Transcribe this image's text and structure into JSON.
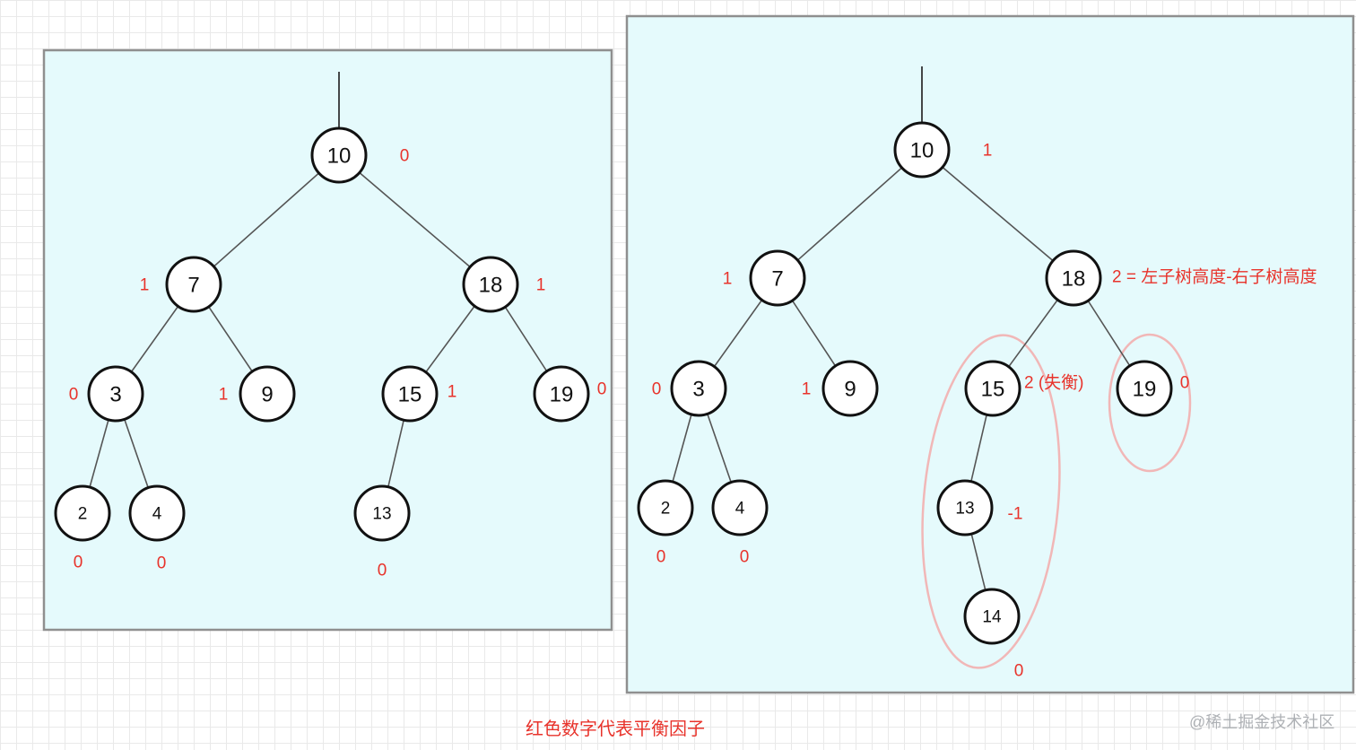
{
  "colors": {
    "annotation": "#e8332b",
    "node_stroke": "#111111",
    "panel_fill": "#e5fafc",
    "highlight": "#f1b7b7",
    "watermark": "#aeb1b5"
  },
  "caption": "红色数字代表平衡因子",
  "watermark": "@稀土掘金技术社区",
  "trees": [
    {
      "id": "before",
      "nodes": [
        {
          "id": "n10",
          "label": "10",
          "bf": "0"
        },
        {
          "id": "n7",
          "label": "7",
          "bf": "1"
        },
        {
          "id": "n18",
          "label": "18",
          "bf": "1"
        },
        {
          "id": "n3",
          "label": "3",
          "bf": "0"
        },
        {
          "id": "n9",
          "label": "9",
          "bf": "1"
        },
        {
          "id": "n15",
          "label": "15",
          "bf": "1"
        },
        {
          "id": "n19",
          "label": "19",
          "bf": "0"
        },
        {
          "id": "n2",
          "label": "2",
          "bf": "0"
        },
        {
          "id": "n4",
          "label": "4",
          "bf": "0"
        },
        {
          "id": "n13",
          "label": "13",
          "bf": "0"
        }
      ],
      "edges": [
        [
          "n10",
          "n7"
        ],
        [
          "n10",
          "n18"
        ],
        [
          "n7",
          "n3"
        ],
        [
          "n7",
          "n9"
        ],
        [
          "n18",
          "n15"
        ],
        [
          "n18",
          "n19"
        ],
        [
          "n3",
          "n2"
        ],
        [
          "n3",
          "n4"
        ],
        [
          "n15",
          "n13"
        ]
      ]
    },
    {
      "id": "after",
      "nodes": [
        {
          "id": "n10",
          "label": "10",
          "bf": "1"
        },
        {
          "id": "n7",
          "label": "7",
          "bf": "1"
        },
        {
          "id": "n18",
          "label": "18",
          "bf": "2 = 左子树高度-右子树高度"
        },
        {
          "id": "n3",
          "label": "3",
          "bf": "0"
        },
        {
          "id": "n9",
          "label": "9",
          "bf": "1"
        },
        {
          "id": "n15",
          "label": "15",
          "bf": "2 (失衡)"
        },
        {
          "id": "n19",
          "label": "19",
          "bf": "0"
        },
        {
          "id": "n2",
          "label": "2",
          "bf": "0"
        },
        {
          "id": "n4",
          "label": "4",
          "bf": "0"
        },
        {
          "id": "n13",
          "label": "13",
          "bf": "-1"
        },
        {
          "id": "n14",
          "label": "14",
          "bf": "0"
        }
      ],
      "edges": [
        [
          "n10",
          "n7"
        ],
        [
          "n10",
          "n18"
        ],
        [
          "n7",
          "n3"
        ],
        [
          "n7",
          "n9"
        ],
        [
          "n18",
          "n15"
        ],
        [
          "n18",
          "n19"
        ],
        [
          "n3",
          "n2"
        ],
        [
          "n3",
          "n4"
        ],
        [
          "n15",
          "n13"
        ],
        [
          "n13",
          "n14"
        ]
      ]
    }
  ]
}
